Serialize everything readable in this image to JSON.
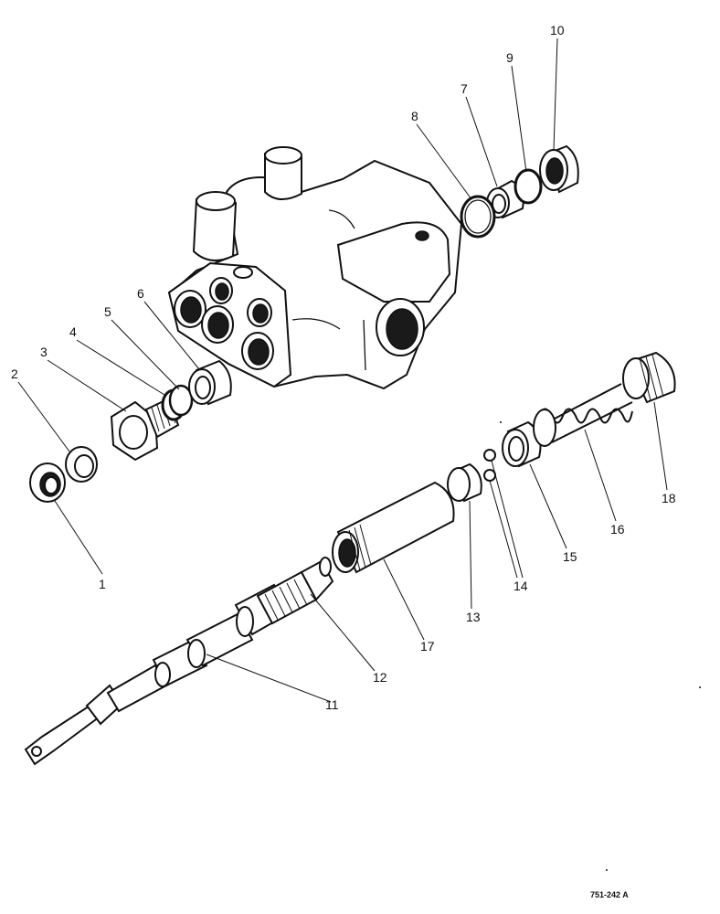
{
  "callouts": [
    "1",
    "2",
    "3",
    "4",
    "5",
    "6",
    "7",
    "8",
    "9",
    "10",
    "11",
    "12",
    "13",
    "14",
    "15",
    "16",
    "17",
    "18"
  ],
  "drawing_reference": "751-242 A"
}
